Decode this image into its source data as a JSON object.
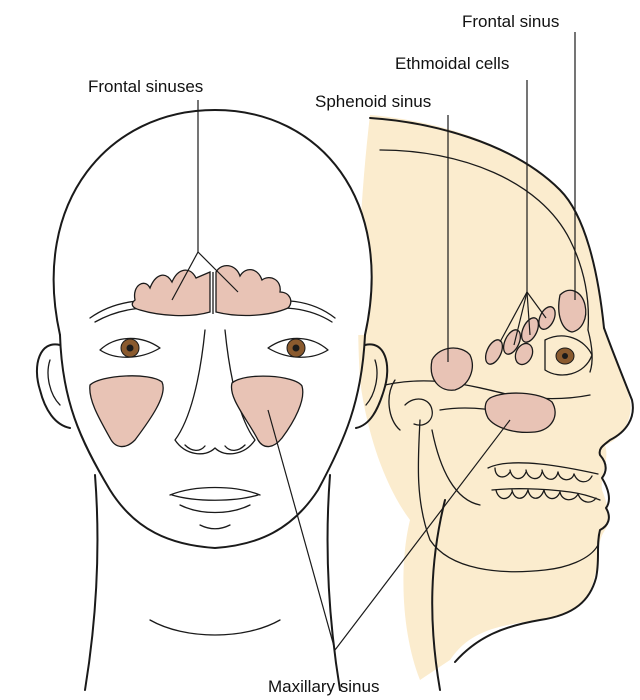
{
  "labels": {
    "frontal_sinuses": "Frontal sinuses",
    "frontal_sinus": "Frontal sinus",
    "ethmoidal_cells": "Ethmoidal cells",
    "sphenoid_sinus": "Sphenoid sinus",
    "maxillary_sinus": "Maxillary sinus"
  },
  "colors": {
    "sinus_fill": "#e8c3b5",
    "skin_fill": "#fbecce",
    "iris": "#8a5a2e",
    "line": "#1a1a1a",
    "background": "#ffffff"
  }
}
